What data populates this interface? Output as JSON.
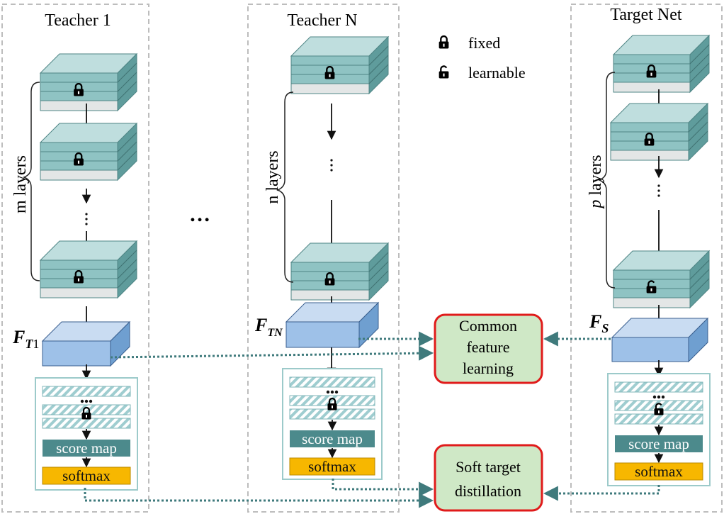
{
  "columns": {
    "teacher1": {
      "title": "Teacher 1",
      "layers_label": "m layers",
      "feature_label_base": "F",
      "feature_label_sub": "T",
      "feature_label_sub2": "1"
    },
    "teacherN": {
      "title": "Teacher N",
      "layers_label": "n layers",
      "feature_label_base": "F",
      "feature_label_sub": "TN",
      "feature_label_sub2": ""
    },
    "target": {
      "title": "Target Net",
      "layers_label_italic": "p",
      "layers_label_rest": " layers",
      "feature_label_base": "F",
      "feature_label_sub": "S",
      "feature_label_sub2": ""
    }
  },
  "head": {
    "score_map": "score map",
    "softmax": "softmax"
  },
  "between_columns_ellipsis": "…",
  "legend": {
    "fixed": "fixed",
    "learnable": "learnable"
  },
  "boxes": {
    "common_feature_learning": [
      "Common",
      "feature",
      "learning"
    ],
    "soft_target_distillation": [
      "Soft target",
      "distillation"
    ]
  },
  "colors": {
    "layer_top": "#bfdede",
    "layer_front": "#8fc3c3",
    "layer_side": "#5f9c9c",
    "layer_base": "#e3e6e6",
    "feature_top": "#c9dcf2",
    "feature_front": "#9ec1e8",
    "feature_side": "#6f9fd0",
    "score_map": "#4c8a8c",
    "softmax": "#f7b700",
    "box_fill": "#cfe8c6",
    "box_border": "#e01b1b",
    "dotted_arrow": "#3f7a7c",
    "dashed_frame": "#bdbdbd"
  }
}
